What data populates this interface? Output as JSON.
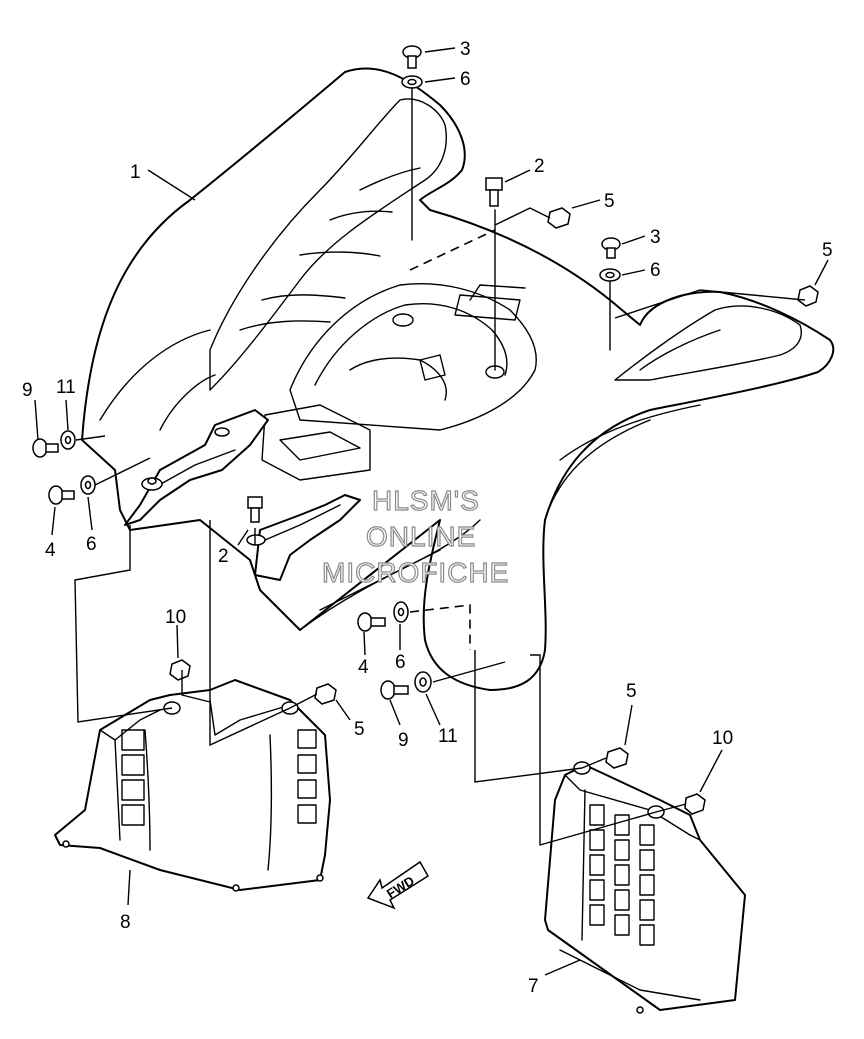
{
  "watermark": {
    "line1": "HLSM'S",
    "line2": "ONLINE",
    "line3": "MICROFICHE"
  },
  "direction_label": "FWD",
  "callouts": {
    "c1": "1",
    "c2a": "2",
    "c2b": "2",
    "c3a": "3",
    "c3b": "3",
    "c4a": "4",
    "c4b": "4",
    "c5a": "5",
    "c5b": "5",
    "c5c": "5",
    "c5d": "5",
    "c6a": "6",
    "c6b": "6",
    "c6c": "6",
    "c6d": "6",
    "c7": "7",
    "c8": "8",
    "c9a": "9",
    "c9b": "9",
    "c10a": "10",
    "c10b": "10",
    "c11a": "11",
    "c11b": "11"
  },
  "icons": {
    "bolt": "bolt-icon",
    "washer": "washer-icon",
    "nut": "nut-icon",
    "direction_arrow": "fwd-arrow-icon"
  }
}
